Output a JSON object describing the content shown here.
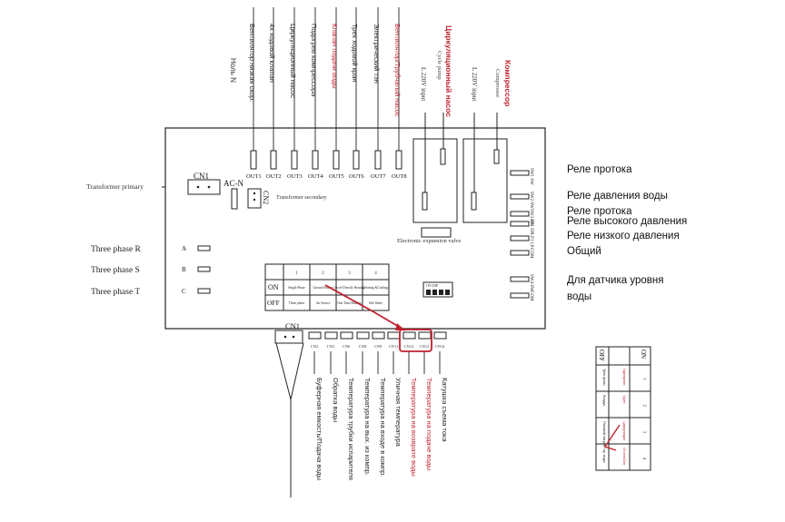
{
  "board": {
    "connectors": {
      "cn1_top": "CN1",
      "ac_n": "AC-N",
      "cn2": "CN2",
      "cn1_bottom": "CN1"
    },
    "labels": {
      "transformer_primary": "Transformer primary",
      "transformer_secondary": "Transformer secondary",
      "eev": "Electronic expansion valve"
    },
    "phases": [
      {
        "label": "Three phase R",
        "pin": "A"
      },
      {
        "label": "Three phase S",
        "pin": "B"
      },
      {
        "label": "Three phase T",
        "pin": "C"
      }
    ],
    "top_relays": [
      {
        "id": "OUT1",
        "ru": "Вентилятор низкая скор."
      },
      {
        "id": "OUT2",
        "ru": "4х ходовой клапан"
      },
      {
        "id": "OUT3",
        "ru": "Циркуляционный насос"
      },
      {
        "id": "OUT4",
        "ru": "Подогрев компрессора"
      },
      {
        "id": "OUT5",
        "ru": "Клапан подачи воды",
        "red": true
      },
      {
        "id": "OUT6",
        "ru": "Трех ходовой кран"
      },
      {
        "id": "OUT7",
        "ru": "Электрический тэн"
      },
      {
        "id": "OUT8",
        "ru": "Вентилятор/Трубчатый насос",
        "red": true
      }
    ],
    "neutral": "Ноль N",
    "pump_block": {
      "title": "Циркуляционный насос",
      "sub": "Cycle pump",
      "input": "L 220V input"
    },
    "compressor_block": {
      "title": "Компрессор",
      "sub": "Compressor",
      "input": "L 220V input"
    },
    "right_terminals": [
      {
        "code": "SW1 SW",
        "ru": "Реле протока"
      },
      {
        "code": "SW2 SW",
        "ru": "Реле давления воды"
      },
      {
        "code": "SW3 SW",
        "ru": "Реле протока"
      },
      {
        "code": "HP1 HP",
        "ru": "Реле высокого давления"
      },
      {
        "code": "LP1 LP",
        "ru": "Реле низкого давления"
      },
      {
        "code": "COM",
        "ru": "Общий"
      },
      {
        "code": "SW4 SW",
        "ru": "Для датчика уровня"
      },
      {
        "code": "COM",
        "ru": "воды"
      }
    ],
    "dip_table": {
      "cols": [
        "1",
        "2",
        "3",
        "4"
      ],
      "on_label": "ON",
      "off_label": "OFF",
      "on": [
        "Single Phase",
        "Ground Source",
        "Cycle Directly Heating",
        "Heating &Cooling"
      ],
      "off": [
        "Three phase",
        "Air Source",
        "One Time Heating",
        "Hot Water"
      ]
    },
    "dip_switch_label": "ON DIP",
    "sensors": [
      {
        "id": "CN2",
        "ru": "Буферная емкость/Подача воды"
      },
      {
        "id": "CN3",
        "ru": "Обратка воды"
      },
      {
        "id": "CN6",
        "ru": "Температура трубки испарителя"
      },
      {
        "id": "CN8",
        "ru": "Температура на вых. из компр."
      },
      {
        "id": "CN9",
        "ru": "Температура на входе в компр."
      },
      {
        "id": "CN11",
        "ru": "Уличная температура"
      },
      {
        "id": "CN12",
        "ru": "Температура на возврате воды",
        "red": true
      },
      {
        "id": "CN13",
        "ru": "Температура на подаче воды",
        "red": true
      },
      {
        "id": "CN14",
        "ru": "Катушка съема тока"
      }
    ],
    "rot_table": {
      "cols": [
        "1",
        "2",
        "3",
        "4"
      ],
      "on_label": "ON",
      "off_label": "OFF",
      "on": [
        "Однофазн.",
        "Грунт.",
        "Циркуляция",
        "Отопл/Охл"
      ],
      "off": [
        "Трёх фазн.",
        "Воздух",
        "Разовый нагрев",
        "Гор. вода"
      ]
    }
  }
}
